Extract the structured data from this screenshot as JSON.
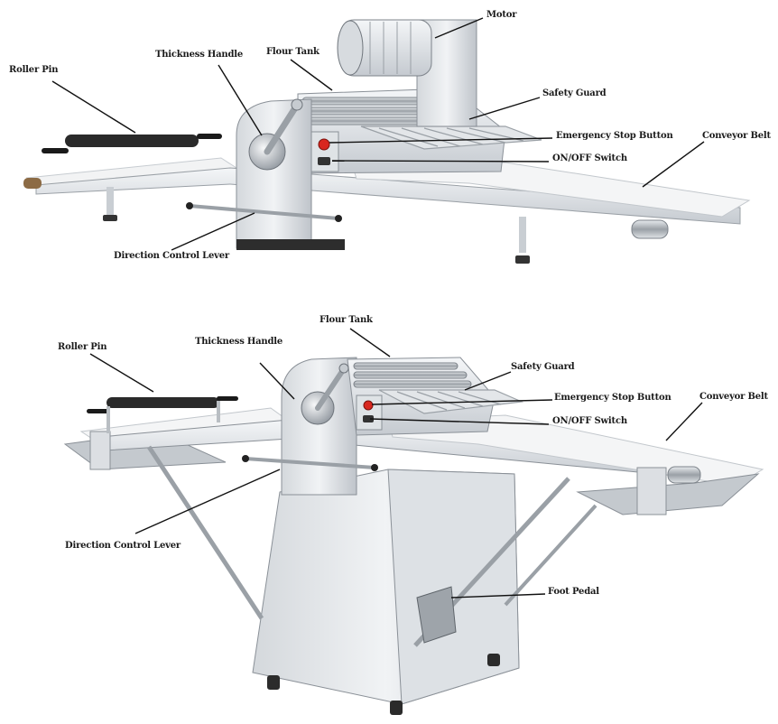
{
  "diagrams": [
    {
      "labels": {
        "motor": "Motor",
        "roller_pin": "Roller Pin",
        "thickness_handle": "Thickness Handle",
        "flour_tank": "Flour Tank",
        "safety_guard": "Safety Guard",
        "emergency_stop": "Emergency Stop Button",
        "on_off": "ON/OFF Switch",
        "conveyor_belt": "Conveyor Belt",
        "direction_lever": "Direction Control Lever"
      }
    },
    {
      "labels": {
        "flour_tank": "Flour Tank",
        "roller_pin": "Roller Pin",
        "thickness_handle": "Thickness Handle",
        "safety_guard": "Safety Guard",
        "emergency_stop": "Emergency Stop Button",
        "on_off": "ON/OFF Switch",
        "conveyor_belt": "Conveyor Belt",
        "direction_lever": "Direction Control Lever",
        "foot_pedal": "Foot Pedal"
      }
    }
  ],
  "colors": {
    "steel_light": "#e9ecef",
    "steel_mid": "#c3c8ce",
    "steel_dark": "#8a9097",
    "belt": "#f4f5f6",
    "roller_black": "#2a2a2a",
    "stop_red": "#d8271f",
    "leader_line": "#111111"
  }
}
